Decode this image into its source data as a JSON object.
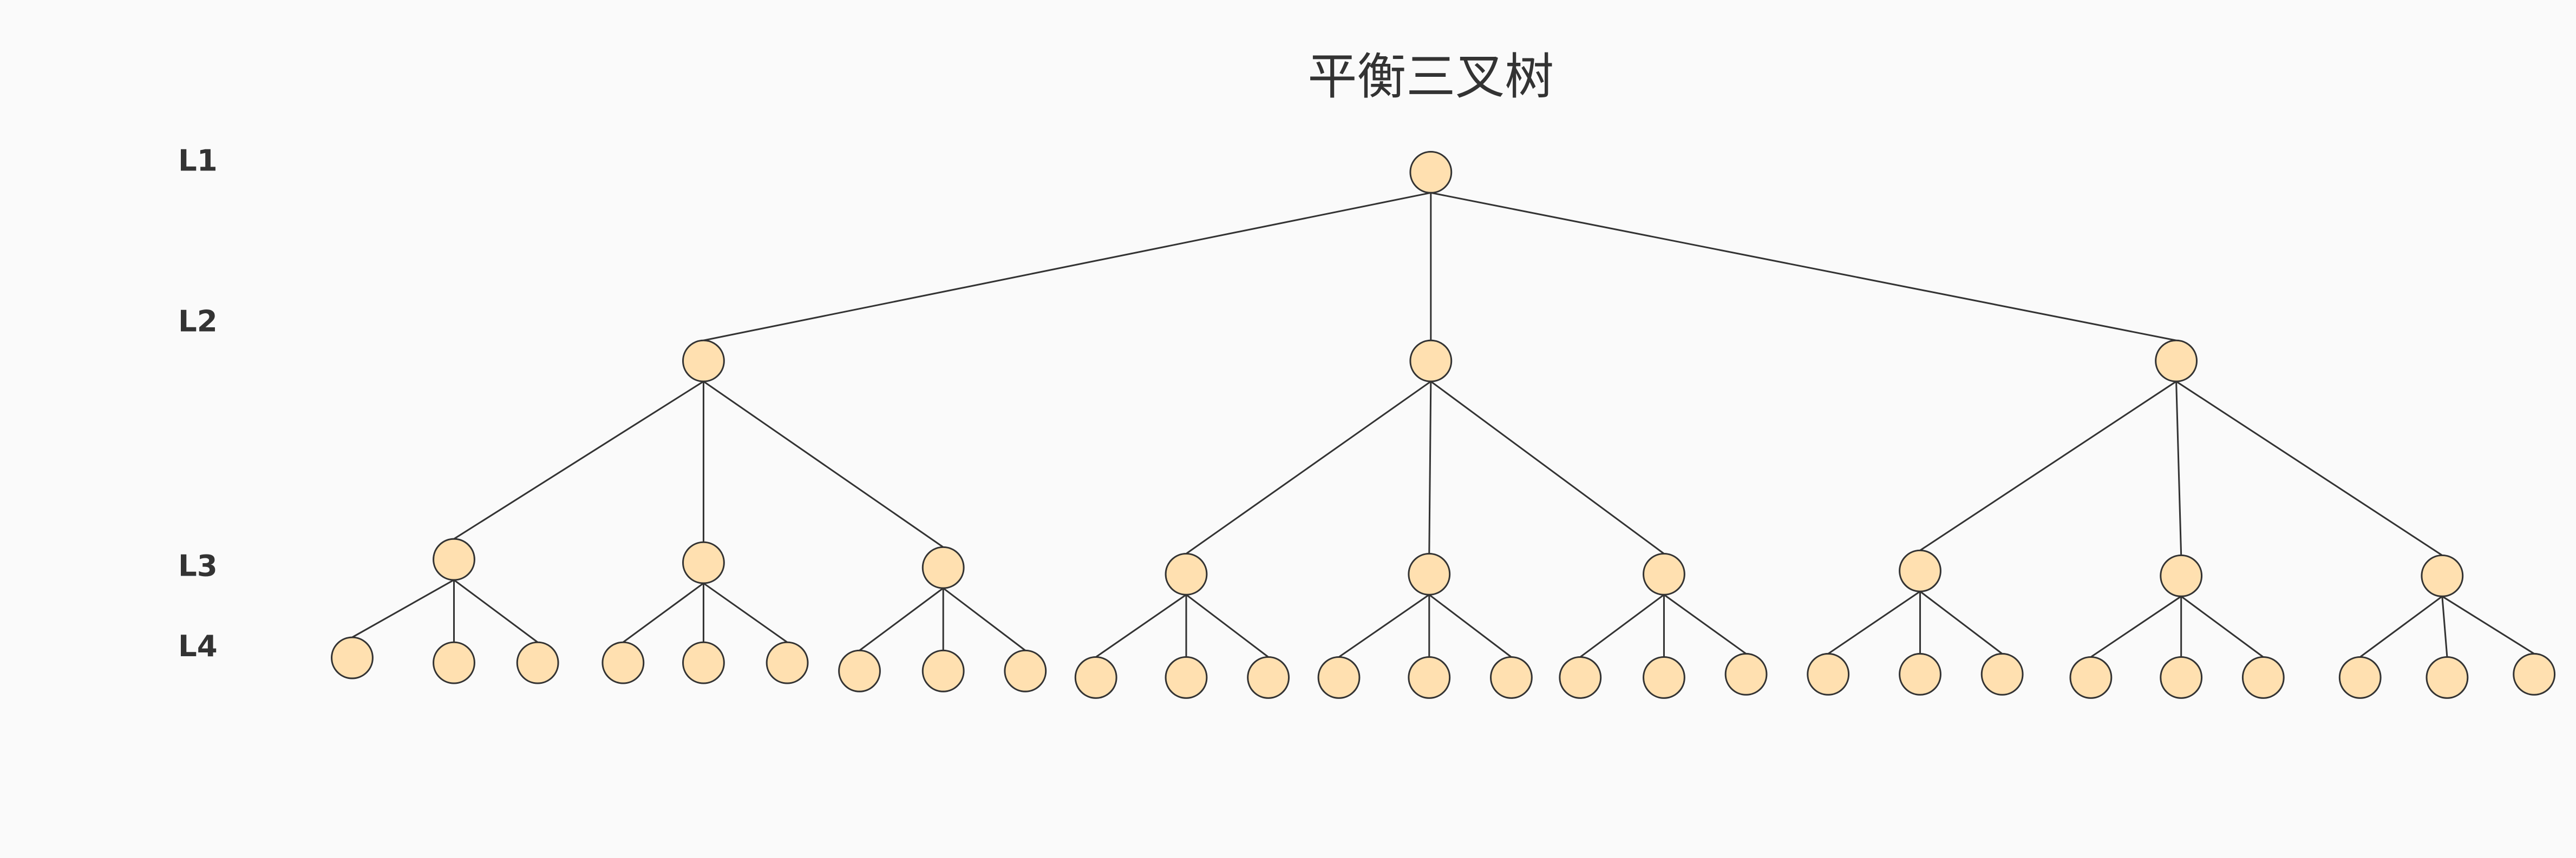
{
  "title": "平衡三叉树",
  "levels": [
    "L1",
    "L2",
    "L3",
    "L4"
  ],
  "tree": {
    "branching_factor": 3,
    "depth": 4,
    "node_counts": [
      1,
      3,
      9,
      27
    ]
  },
  "colors": {
    "node_fill": "#ffe0b0",
    "node_stroke": "#333333",
    "edge": "#333333",
    "background": "#fafafa"
  }
}
